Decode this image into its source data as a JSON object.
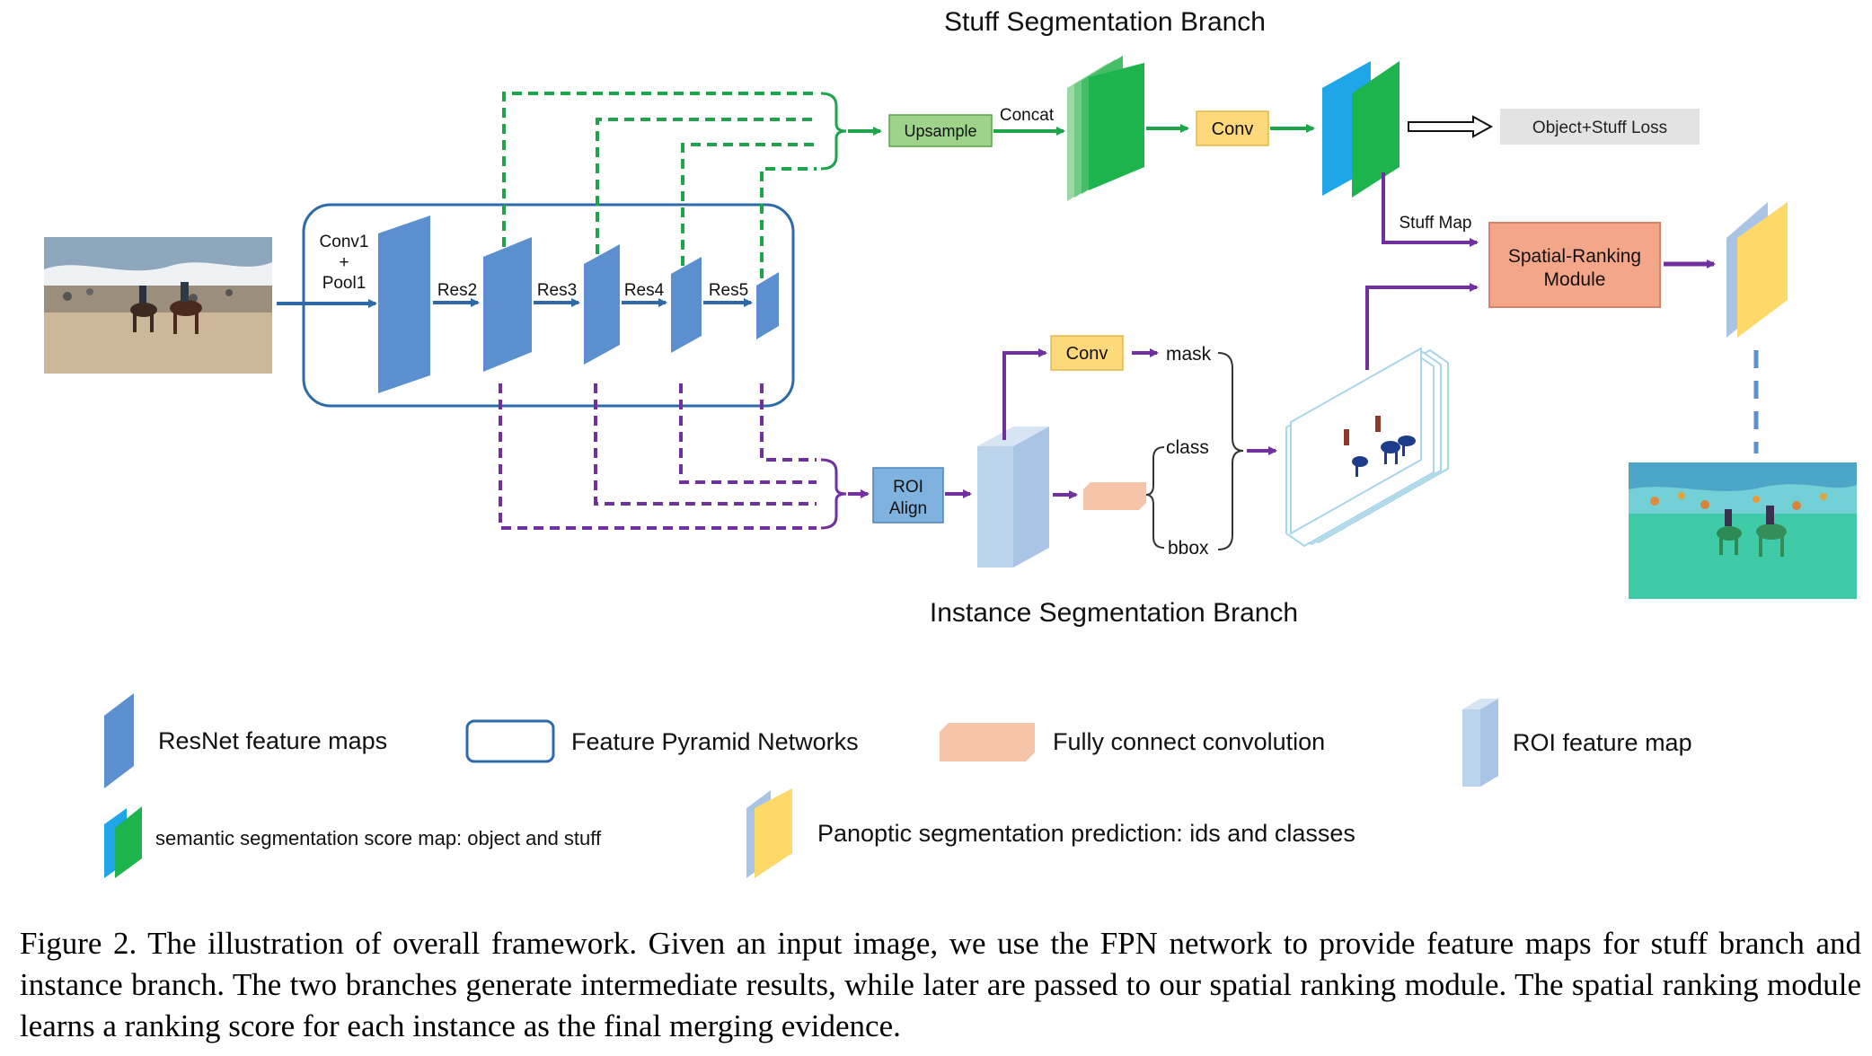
{
  "titles": {
    "stuff_branch": "Stuff Segmentation Branch",
    "instance_branch": "Instance Segmentation Branch"
  },
  "backbone": {
    "conv1_lines": [
      "Conv1",
      "+",
      "Pool1"
    ],
    "stages": [
      "Res2",
      "Res3",
      "Res4",
      "Res5"
    ]
  },
  "stuff_path": {
    "upsample": "Upsample",
    "concat": "Concat",
    "conv": "Conv",
    "loss": "Object+Stuff Loss",
    "stuff_map": "Stuff Map"
  },
  "instance_path": {
    "roi_align_lines": [
      "ROI",
      "Align"
    ],
    "conv": "Conv",
    "outputs": [
      "mask",
      "class",
      "bbox"
    ]
  },
  "ranking_module_lines": [
    "Spatial-Ranking",
    "Module"
  ],
  "legend": {
    "resnet": "ResNet feature maps",
    "fpn": "Feature Pyramid Networks",
    "fc": "Fully connect convolution",
    "roi": "ROI feature map",
    "semantic": "semantic segmentation score map: object and stuff",
    "panoptic": "Panoptic segmentation prediction: ids and classes"
  },
  "caption": "Figure 2. The illustration of overall framework. Given an input image, we use the FPN network to provide feature maps for stuff branch and instance branch. The two branches generate intermediate results, while later are passed to our spatial ranking module. The spatial ranking module learns a ranking score for each instance as the final merging evidence.",
  "colors": {
    "resnet_blue": "#5b8fcf",
    "fpn_border": "#2e6aa8",
    "green_path": "#1ea44a",
    "purple_path": "#7030a0",
    "score_cyan": "#1fa6e8",
    "score_green": "#1db34d",
    "conv_box": "#fdd97c",
    "upsample_box": "#9ed38c",
    "ranking_box": "#f4a688",
    "roi_align_box": "#7fb2df",
    "roi_feature": "#bcd3ec",
    "fc_peach": "#f6c4a8",
    "panoptic_yellow": "#fdd96a",
    "loss_gray": "#e3e3e3"
  }
}
